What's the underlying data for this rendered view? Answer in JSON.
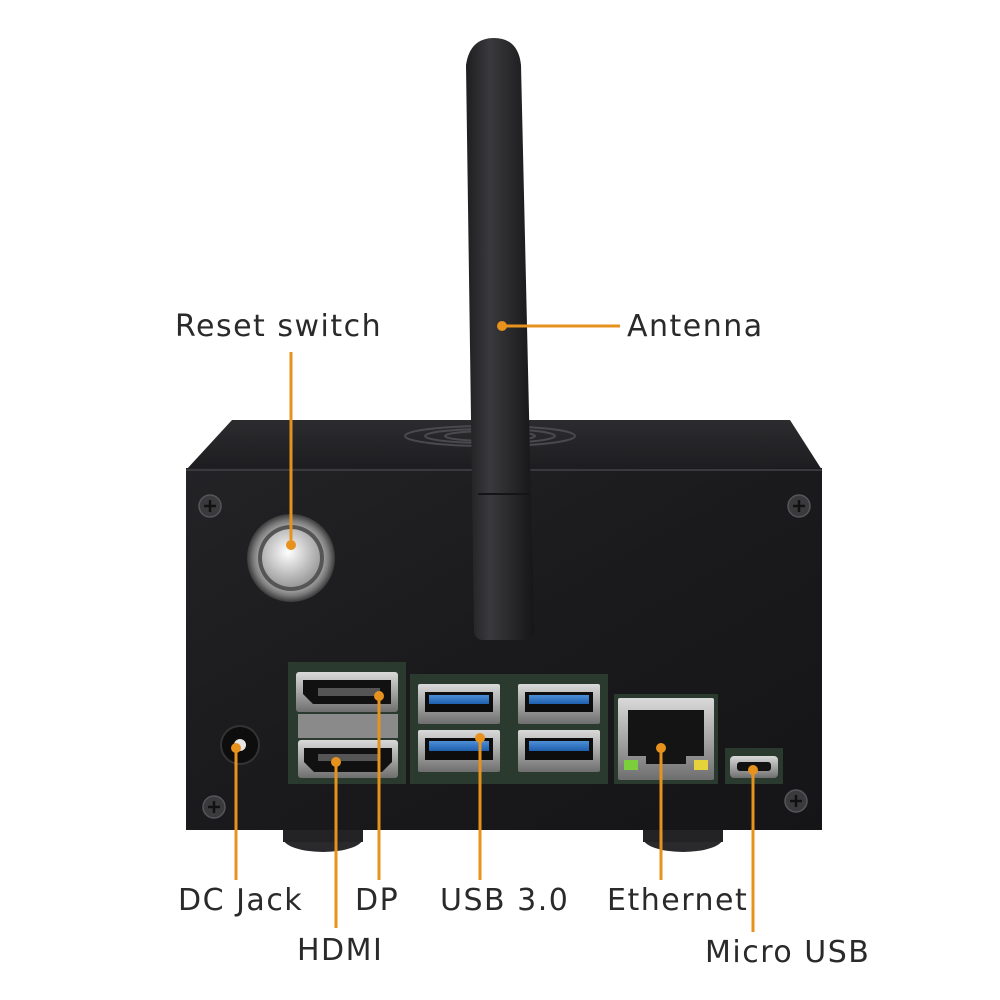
{
  "image": {
    "subject": "mini PC metal case with antenna",
    "leader_color": "#e8921e",
    "case_color": "#1b1b1d",
    "antenna_color": "#2a2a2c"
  },
  "labels": {
    "reset_switch": "Reset switch",
    "antenna": "Antenna",
    "dc_jack": "DC Jack",
    "dp": "DP",
    "hdmi": "HDMI",
    "usb3": "USB 3.0",
    "ethernet": "Ethernet",
    "micro_usb": "Micro USB"
  }
}
